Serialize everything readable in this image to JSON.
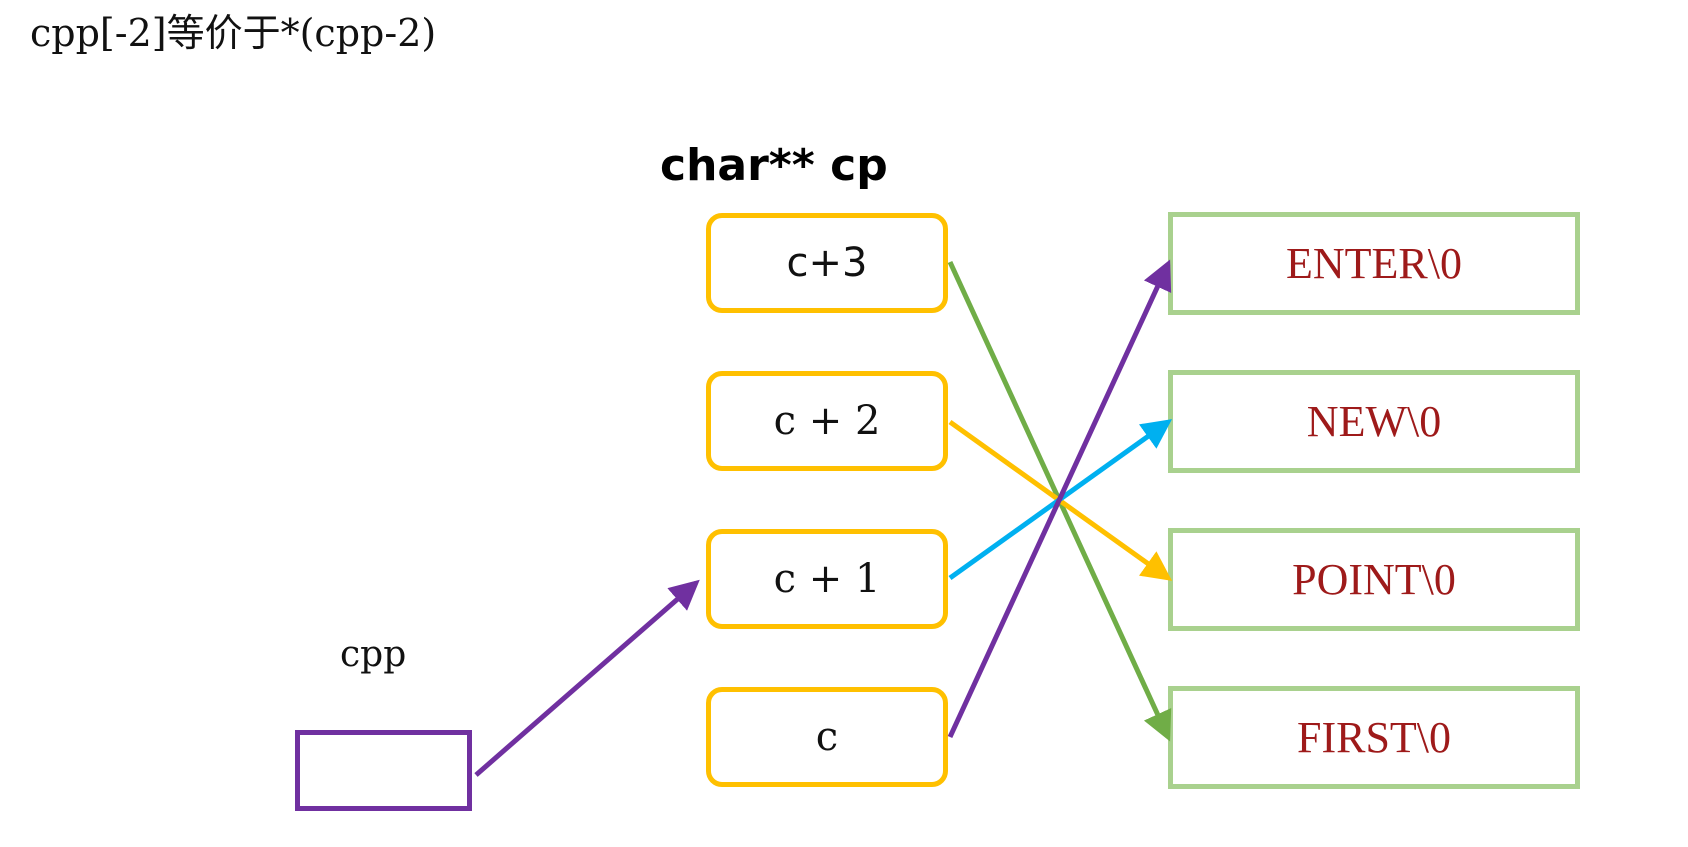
{
  "caption": "cpp[-2]等价于*(cpp-2)",
  "cp_title": "char** cp",
  "cpp_label": "cpp",
  "pointer_boxes": [
    {
      "label": "c+3"
    },
    {
      "label": "c + 2"
    },
    {
      "label": "c + 1"
    },
    {
      "label": "c"
    }
  ],
  "string_boxes": [
    {
      "label": "ENTER\\0"
    },
    {
      "label": "NEW\\0"
    },
    {
      "label": "POINT\\0"
    },
    {
      "label": "FIRST\\0"
    }
  ],
  "colors": {
    "cpp_arrow": "#7030a0",
    "pointer_border": "#ffc000",
    "string_border": "#a9d18e",
    "string_text": "#9e1a1a",
    "arrow_c3_to_first": "#70ad47",
    "arrow_c2_to_point": "#ffc000",
    "arrow_c1_to_new": "#00b0f0",
    "arrow_c_to_enter": "#7030a0"
  }
}
